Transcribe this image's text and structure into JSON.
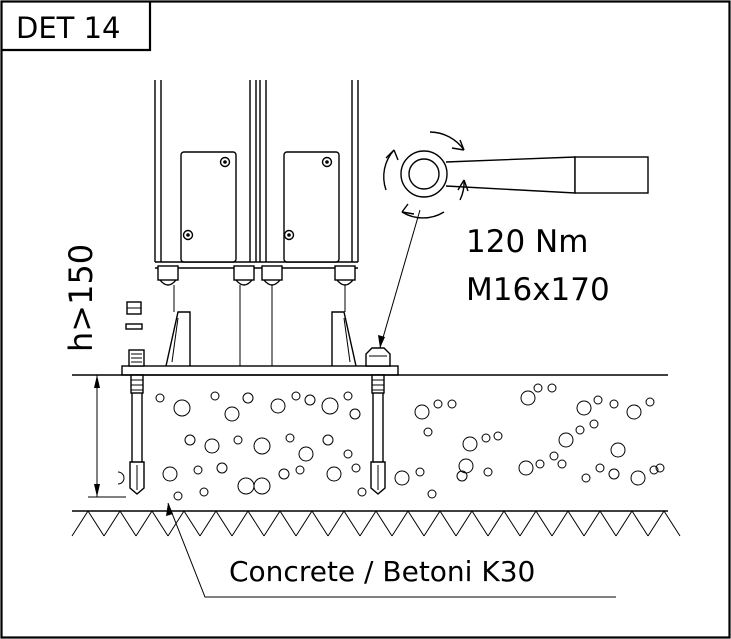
{
  "detail": {
    "title": "DET 14"
  },
  "anchor": {
    "torque": "120 Nm",
    "bolt_size": "M16x170"
  },
  "foundation": {
    "height_label": "h>150",
    "material": "Concrete / Betoni K30"
  },
  "colors": {
    "line": "#000000",
    "background": "#ffffff"
  }
}
